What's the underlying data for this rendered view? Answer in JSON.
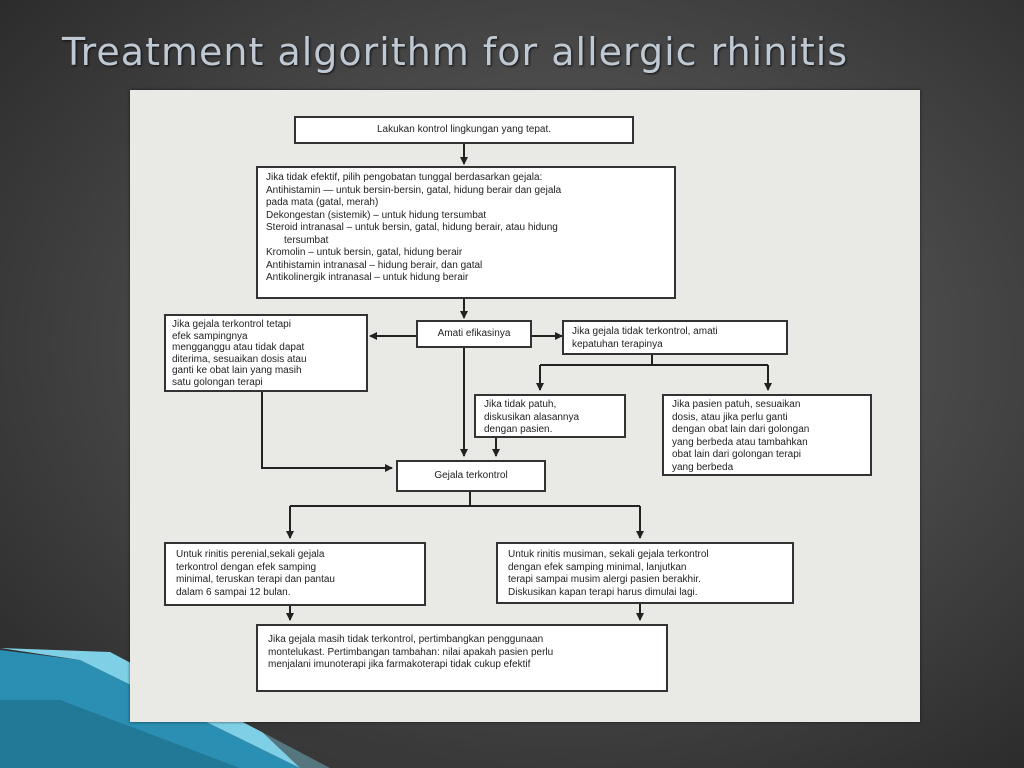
{
  "slide": {
    "title": "Treatment algorithm for allergic rhinitis"
  },
  "flowchart": {
    "env_control": "Lakukan kontrol lingkungan yang tepat.",
    "monotherapy": [
      "Jika tidak efektif, pilih pengobatan tunggal berdasarkan gejala:",
      "Antihistamin — untuk bersin-bersin, gatal, hidung berair dan gejala",
      "pada mata (gatal, merah)",
      "Dekongestan (sistemik) –  untuk hidung tersumbat",
      "Steroid intranasal – untuk bersin, gatal, hidung berair, atau hidung",
      "tersumbat",
      "Kromolin – untuk bersin, gatal, hidung berair",
      "Antihistamin intranasal – hidung berair, dan gatal",
      "Antikolinergik intranasal – untuk hidung berair"
    ],
    "observe": "Amati efikasinya",
    "controlled_side_effects": [
      "Jika gejala terkontrol tetapi",
      "efek sampingnya",
      "mengganggu atau tidak dapat",
      "diterima, sesuaikan dosis atau",
      "ganti ke obat lain yang masih",
      "satu golongan terapi"
    ],
    "uncontrolled": [
      "Jika gejala tidak terkontrol, amati",
      "kepatuhan terapinya"
    ],
    "noncompliant": [
      "Jika tidak patuh,",
      "diskusikan alasannya",
      "dengan pasien."
    ],
    "compliant": [
      "Jika pasien patuh, sesuaikan",
      "dosis, atau jika perlu ganti",
      "dengan obat lain dari golongan",
      "yang berbeda atau tambahkan",
      "obat lain dari golongan terapi",
      "yang berbeda"
    ],
    "symptoms_controlled": "Gejala terkontrol",
    "perennial": [
      "Untuk rinitis perenial,sekali gejala",
      "terkontrol dengan efek samping",
      "minimal, teruskan terapi dan pantau",
      "dalam 6 sampai 12 bulan."
    ],
    "seasonal": [
      "Untuk rinitis musiman, sekali gejala terkontrol",
      "dengan efek samping minimal, lanjutkan",
      "terapi sampai musim alergi pasien berakhir.",
      "Diskusikan kapan terapi harus dimulai lagi."
    ],
    "final": [
      "Jika gejala masih tidak terkontrol, pertimbangkan penggunaan",
      "montelukast. Pertimbangan tambahan: nilai apakah pasien perlu",
      "menjalani imunoterapi jika farmakoterapi tidak cukup efektif"
    ]
  }
}
